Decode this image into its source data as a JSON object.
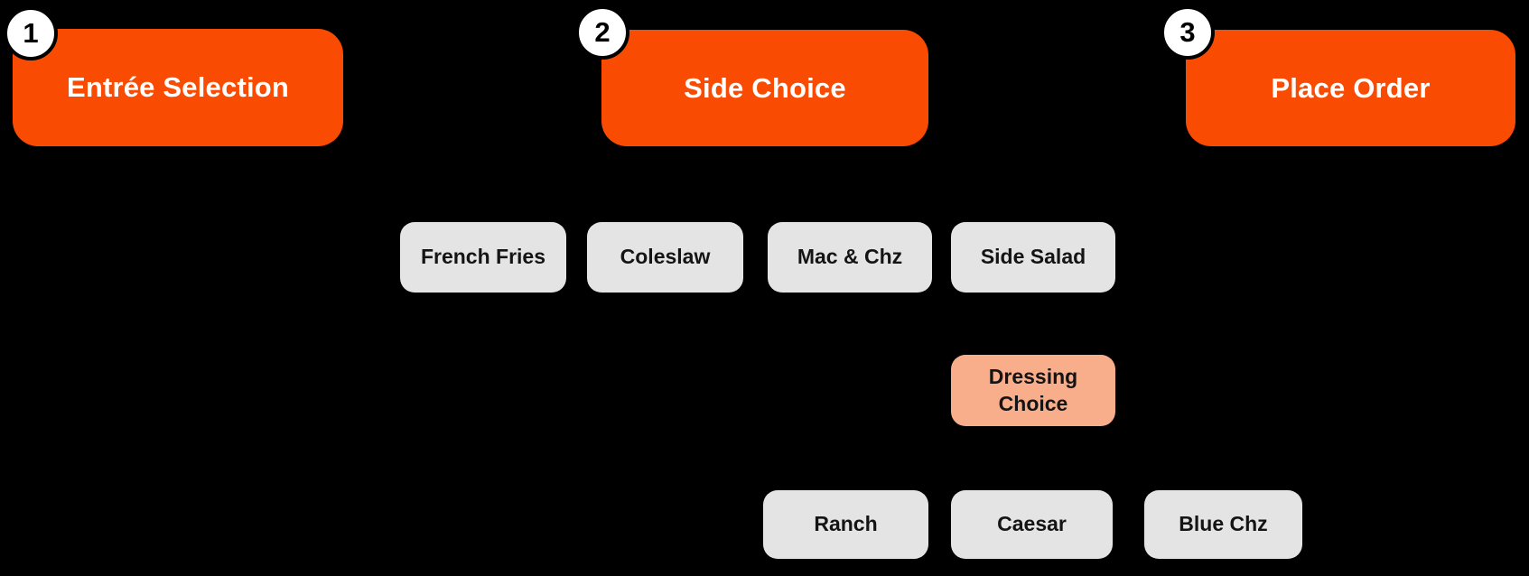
{
  "colors": {
    "background": "#000000",
    "stage_fill": "#FA4B02",
    "stage_text": "#FFFFFF",
    "option_fill": "#E4E4E4",
    "option_text": "#141414",
    "subchoice_fill": "#F9AE8B",
    "badge_fill": "#FFFFFF",
    "badge_text": "#000000"
  },
  "stages": [
    {
      "number": "1",
      "label": "Entrée Selection"
    },
    {
      "number": "2",
      "label": "Side Choice"
    },
    {
      "number": "3",
      "label": "Place Order"
    }
  ],
  "side_options": [
    {
      "label": "French Fries"
    },
    {
      "label": "Coleslaw"
    },
    {
      "label": "Mac & Chz"
    },
    {
      "label": "Side Salad"
    }
  ],
  "sub_choice": {
    "label": "Dressing Choice"
  },
  "dressing_options": [
    {
      "label": "Ranch"
    },
    {
      "label": "Caesar"
    },
    {
      "label": "Blue Chz"
    }
  ]
}
